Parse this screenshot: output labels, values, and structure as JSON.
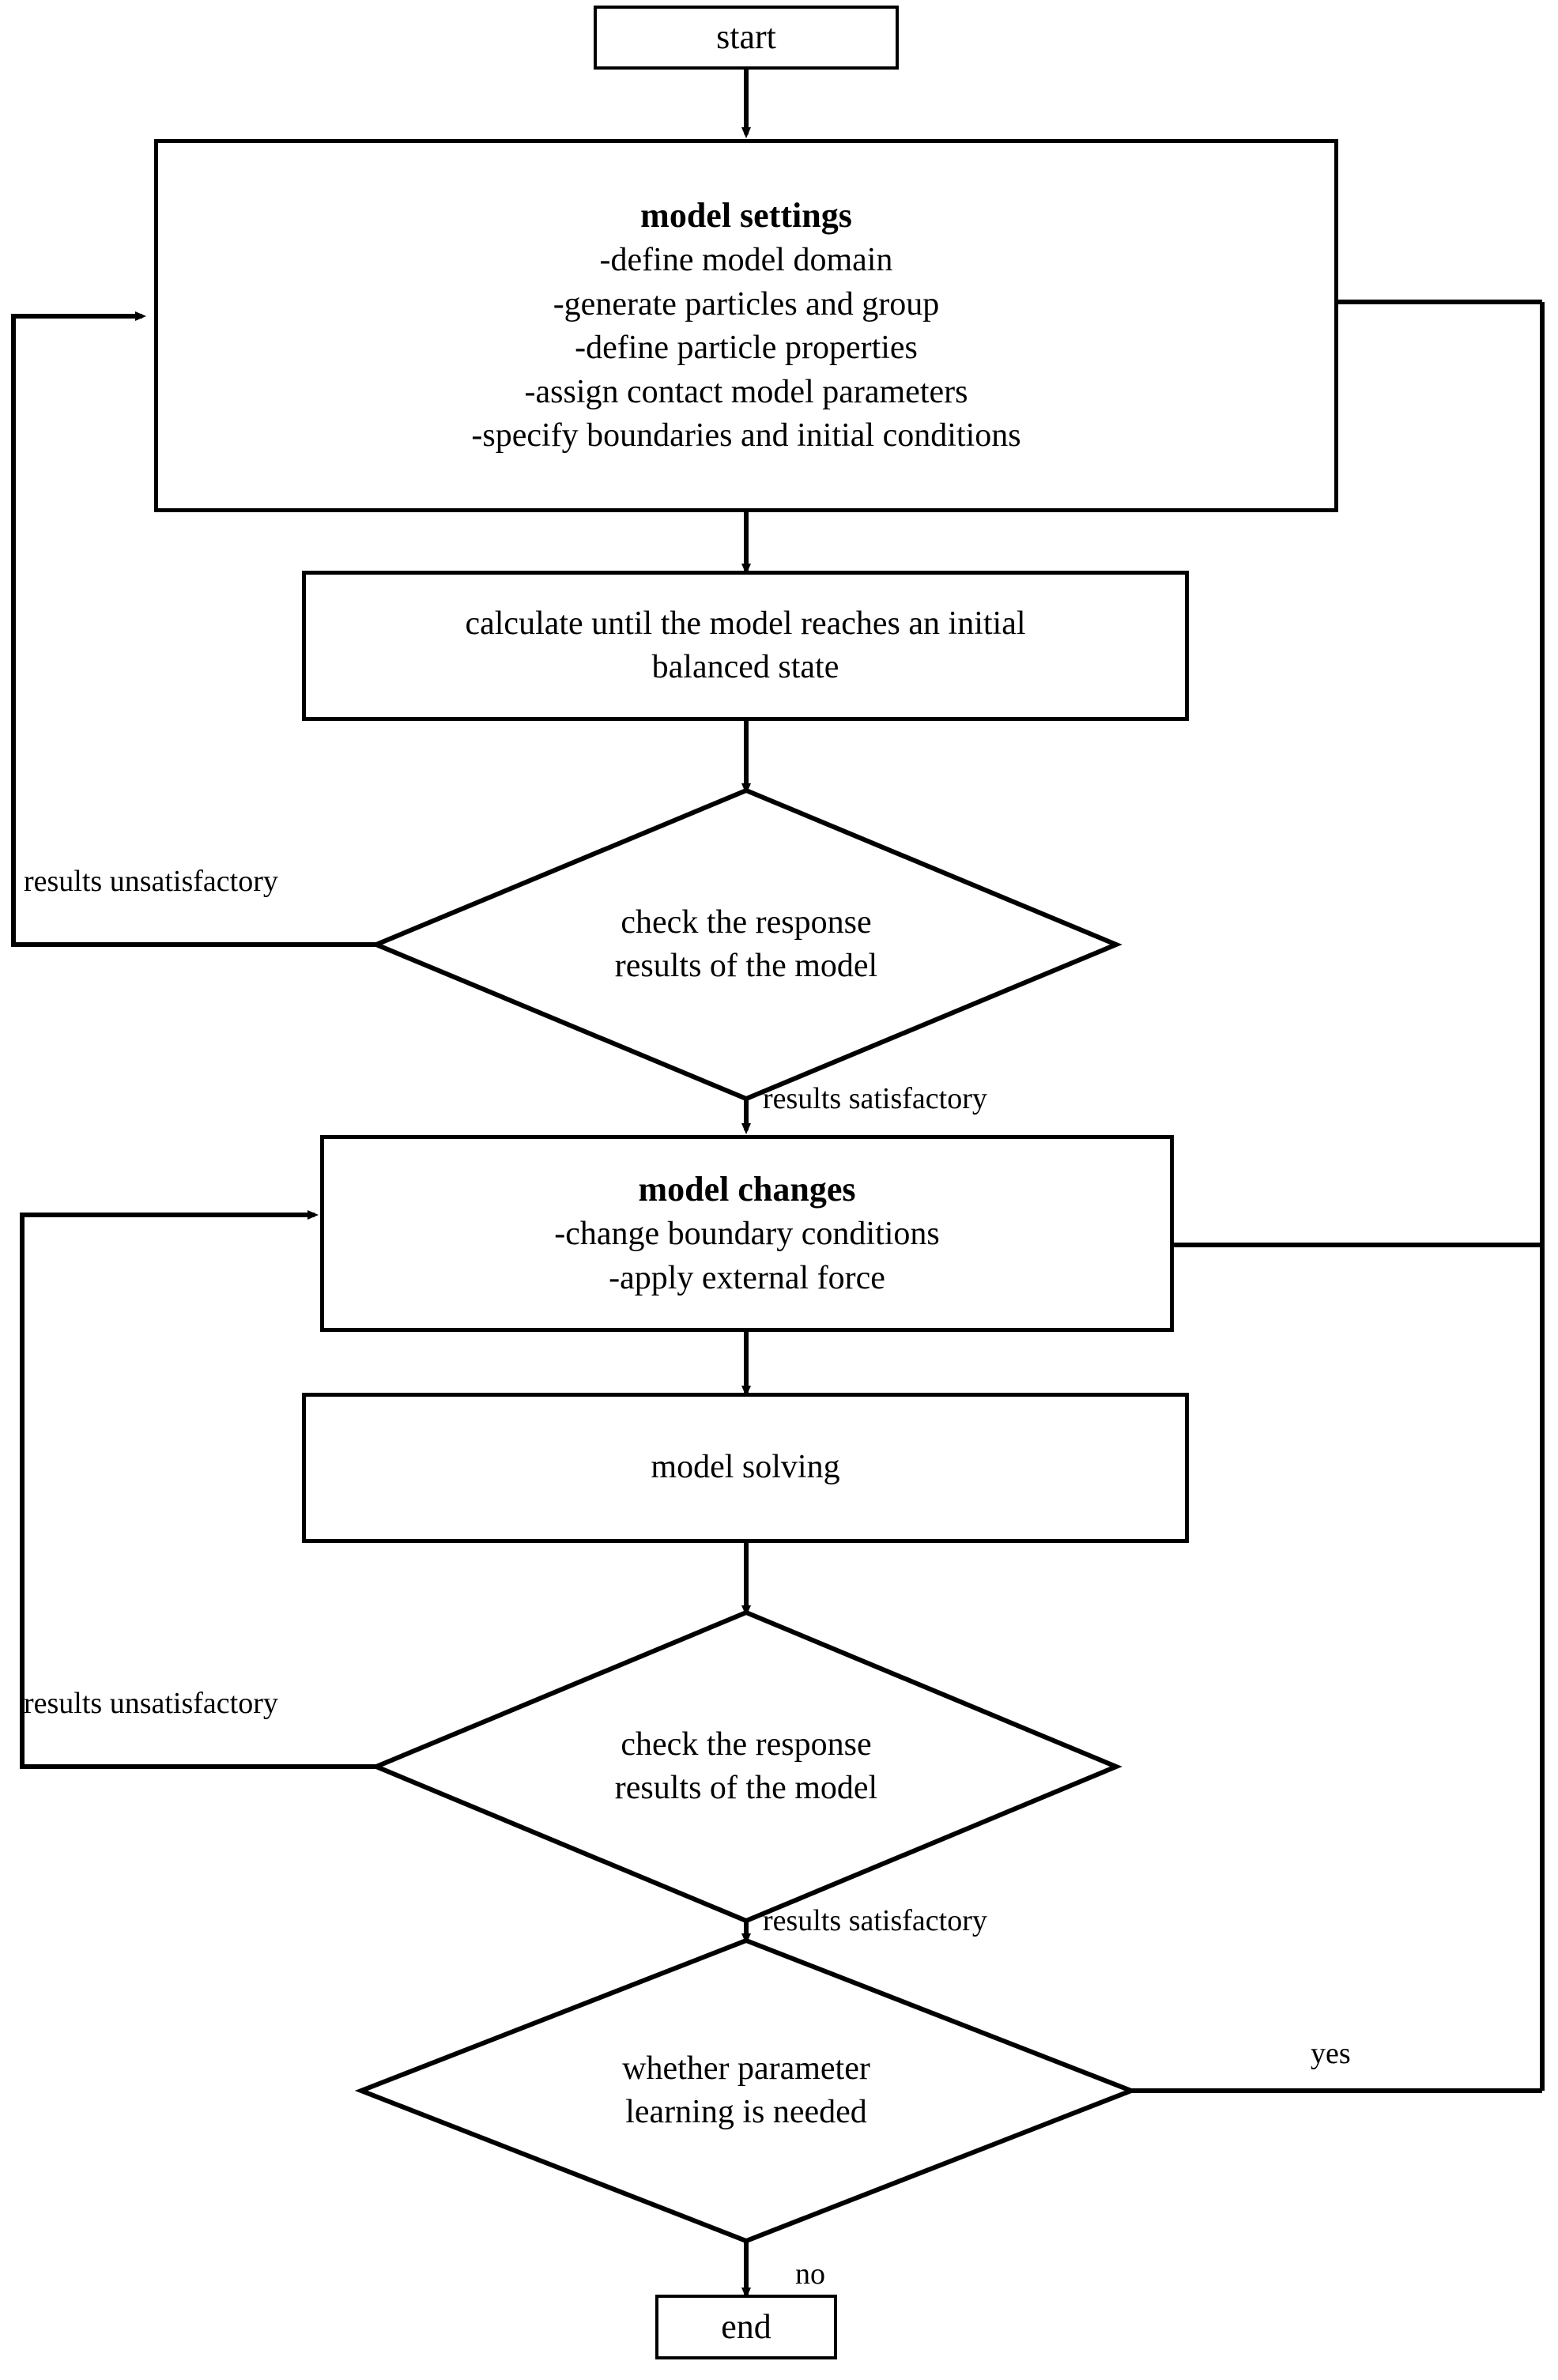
{
  "diagram": {
    "title": "DEM model workflow flowchart",
    "stroke_color": "#000000",
    "background_color": "#ffffff"
  },
  "nodes": {
    "start": {
      "shape": "rectangle",
      "label": "start"
    },
    "model_settings": {
      "shape": "rectangle",
      "heading": "model settings",
      "items": [
        "-define model domain",
        "-generate particles and group",
        "-define particle properties",
        "-assign contact model parameters",
        "-specify boundaries and initial conditions"
      ]
    },
    "calculate_balance": {
      "shape": "rectangle",
      "line1": "calculate until the model reaches an initial",
      "line2": "balanced state"
    },
    "check_response_1": {
      "shape": "diamond",
      "line1": "check the response",
      "line2": "results of the model"
    },
    "model_changes": {
      "shape": "rectangle",
      "heading": "model changes",
      "items": [
        "-change boundary conditions",
        "-apply external force"
      ]
    },
    "model_solving": {
      "shape": "rectangle",
      "label": "model solving"
    },
    "check_response_2": {
      "shape": "diamond",
      "line1": "check the response",
      "line2": "results of the model"
    },
    "parameter_learning": {
      "shape": "diamond",
      "line1": "whether parameter",
      "line2": "learning is needed"
    },
    "end": {
      "shape": "rectangle",
      "label": "end"
    }
  },
  "edge_labels": {
    "unsatisfactory_1": "results unsatisfactory",
    "satisfactory_1": "results satisfactory",
    "unsatisfactory_2": "results unsatisfactory",
    "satisfactory_2": "results satisfactory",
    "yes": "yes",
    "no": "no"
  },
  "chart_data": {
    "type": "flowchart",
    "orientation": "top-to-bottom",
    "nodes": [
      {
        "id": "start",
        "type": "terminator",
        "text": "start"
      },
      {
        "id": "model_settings",
        "type": "process",
        "text": "model settings / -define model domain / -generate particles and group / -define particle properties / -assign contact model parameters / -specify boundaries and initial conditions"
      },
      {
        "id": "calculate_balance",
        "type": "process",
        "text": "calculate until the model reaches an initial balanced state"
      },
      {
        "id": "check_response_1",
        "type": "decision",
        "text": "check the response results of the model"
      },
      {
        "id": "model_changes",
        "type": "process",
        "text": "model changes / -change boundary conditions / -apply external force"
      },
      {
        "id": "model_solving",
        "type": "process",
        "text": "model solving"
      },
      {
        "id": "check_response_2",
        "type": "decision",
        "text": "check the response results of the model"
      },
      {
        "id": "parameter_learning",
        "type": "decision",
        "text": "whether parameter learning is needed"
      },
      {
        "id": "end",
        "type": "terminator",
        "text": "end"
      }
    ],
    "edges": [
      {
        "from": "start",
        "to": "model_settings",
        "label": ""
      },
      {
        "from": "model_settings",
        "to": "calculate_balance",
        "label": ""
      },
      {
        "from": "calculate_balance",
        "to": "check_response_1",
        "label": ""
      },
      {
        "from": "check_response_1",
        "to": "model_settings",
        "label": "results unsatisfactory"
      },
      {
        "from": "check_response_1",
        "to": "model_changes",
        "label": "results satisfactory"
      },
      {
        "from": "model_changes",
        "to": "model_solving",
        "label": ""
      },
      {
        "from": "model_solving",
        "to": "check_response_2",
        "label": ""
      },
      {
        "from": "check_response_2",
        "to": "model_changes",
        "label": "results unsatisfactory"
      },
      {
        "from": "check_response_2",
        "to": "parameter_learning",
        "label": "results satisfactory"
      },
      {
        "from": "parameter_learning",
        "to": "model_settings",
        "label": "yes"
      },
      {
        "from": "parameter_learning",
        "to": "end",
        "label": "no"
      }
    ]
  }
}
